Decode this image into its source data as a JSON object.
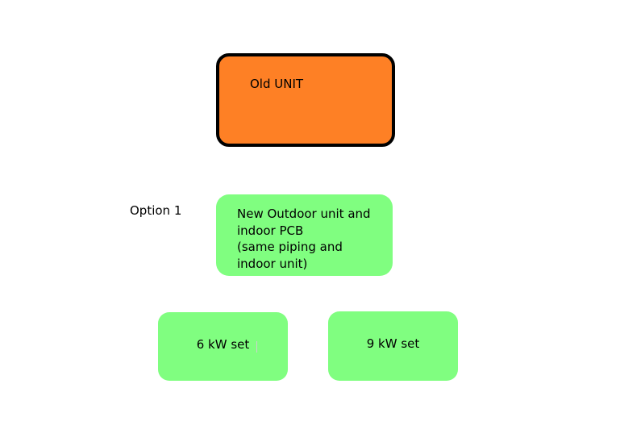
{
  "colors": {
    "old_unit_fill": "#fe8025",
    "option_fill": "#80fe80",
    "border": "#000000",
    "background": "#ffffff"
  },
  "old_unit": {
    "label": "Old UNIT"
  },
  "option": {
    "label": "Option 1",
    "box_lines": [
      "New Outdoor unit and",
      "indoor PCB",
      "(same piping and",
      "indoor unit)"
    ]
  },
  "sets": [
    {
      "label": "6 kW set"
    },
    {
      "label": "9 kW set"
    }
  ]
}
